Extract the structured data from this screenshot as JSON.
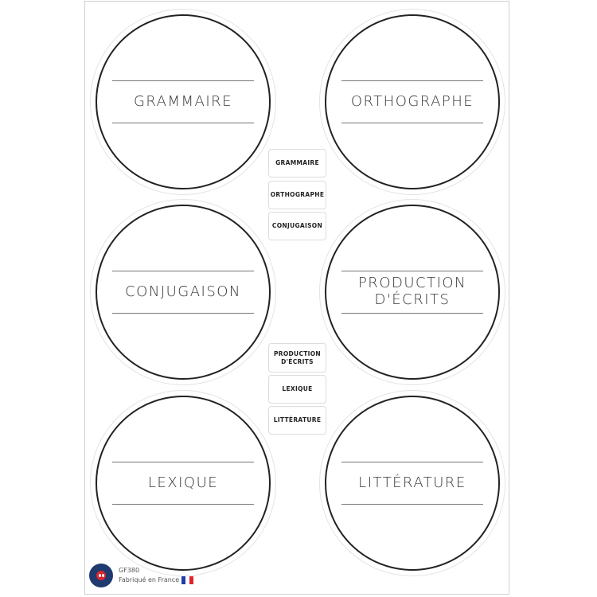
{
  "stickers": [
    {
      "label": "GRAMMAIRE"
    },
    {
      "label": "ORTHOGRAPHE"
    },
    {
      "label": "CONJUGAISON"
    },
    {
      "label": "PRODUCTION\nD'ÉCRITS"
    },
    {
      "label": "LEXIQUE"
    },
    {
      "label": "LITTÉRATURE"
    }
  ],
  "tags": [
    {
      "label": "GRAMMAIRE"
    },
    {
      "label": "ORTHOGRAPHE"
    },
    {
      "label": "CONJUGAISON"
    },
    {
      "label": "PRODUCTION\nD'ÉCRITS"
    },
    {
      "label": "LEXIQUE"
    },
    {
      "label": "LITTÉRATURE"
    }
  ],
  "footer": {
    "code": "GF380",
    "made_in": "Fabriqué en France",
    "brand_logo": "les-gommettes-logo-icon",
    "flag": "france-flag-icon"
  },
  "colors": {
    "ring": "#222222",
    "logo_blue": "#1f3a6e",
    "logo_red": "#d8262c"
  }
}
